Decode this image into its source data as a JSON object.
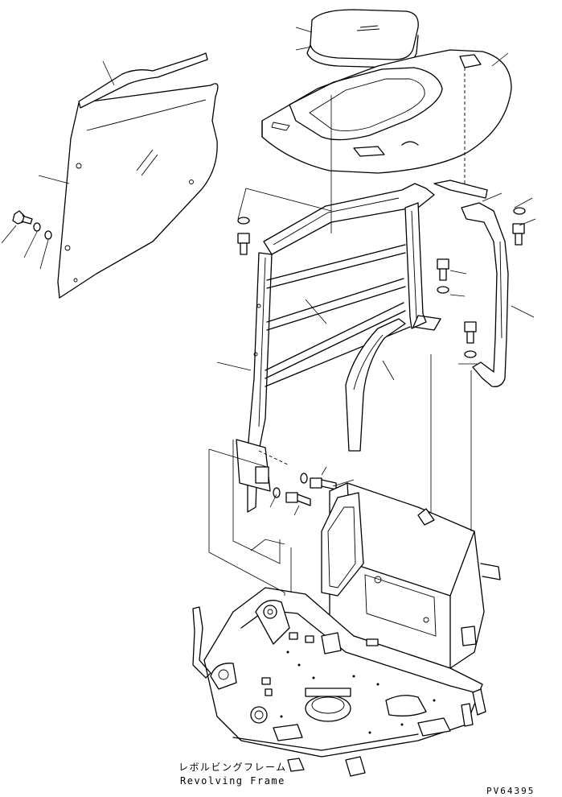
{
  "caption": {
    "japanese": "レボルビングフレーム",
    "english": "Revolving Frame"
  },
  "drawing_code": "PV64395"
}
